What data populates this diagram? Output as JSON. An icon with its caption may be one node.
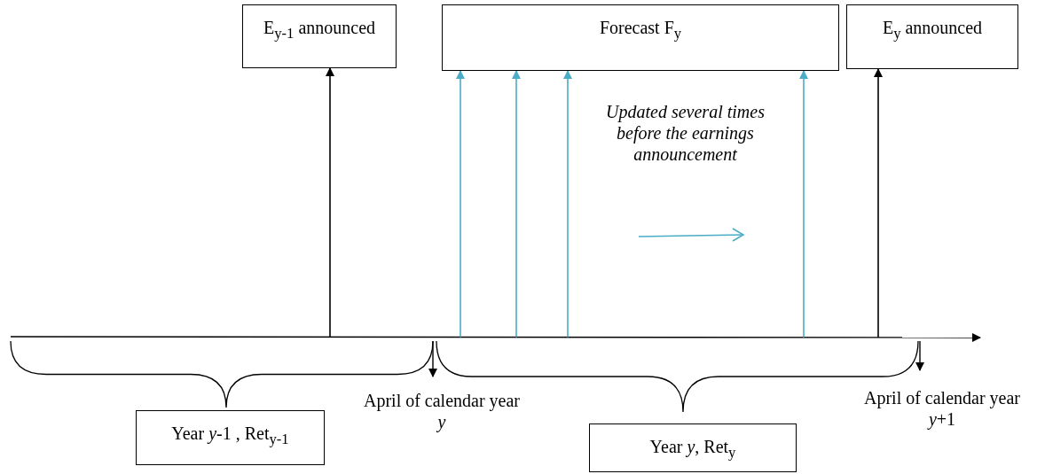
{
  "diagram": {
    "nodes": [
      {
        "text": [
          "E$_{y-1}$ announced"
        ]
      },
      {
        "text": [
          "Forecast F$_{y}$"
        ]
      },
      {
        "text": [
          "E$_{y}$ announced"
        ]
      },
      {
        "text": [
          "Year *y*-1 , Ret$_{y-1}$"
        ]
      },
      {
        "text": [
          "Year *y*, Ret$_{y}$"
        ]
      },
      {
        "text": [],
        "shape": "line"
      }
    ],
    "edges": [
      {
        "from": 5,
        "to": 0,
        "arrow": "to",
        "color": "#000000"
      },
      {
        "from": 5,
        "to": 1,
        "arrow": "to"
      },
      {
        "from": 5,
        "to": 1,
        "arrow": "to"
      },
      {
        "from": 5,
        "to": 1,
        "arrow": "to"
      },
      {
        "from": 5,
        "to": 1,
        "arrow": "to"
      },
      {
        "from": 5,
        "to": 2,
        "arrow": "to",
        "color": "#000000"
      }
    ],
    "labels": [
      "Updated several times before the earnings announcement",
      "April of calendar year *y*",
      "April of calendar year *y*+1"
    ]
  }
}
